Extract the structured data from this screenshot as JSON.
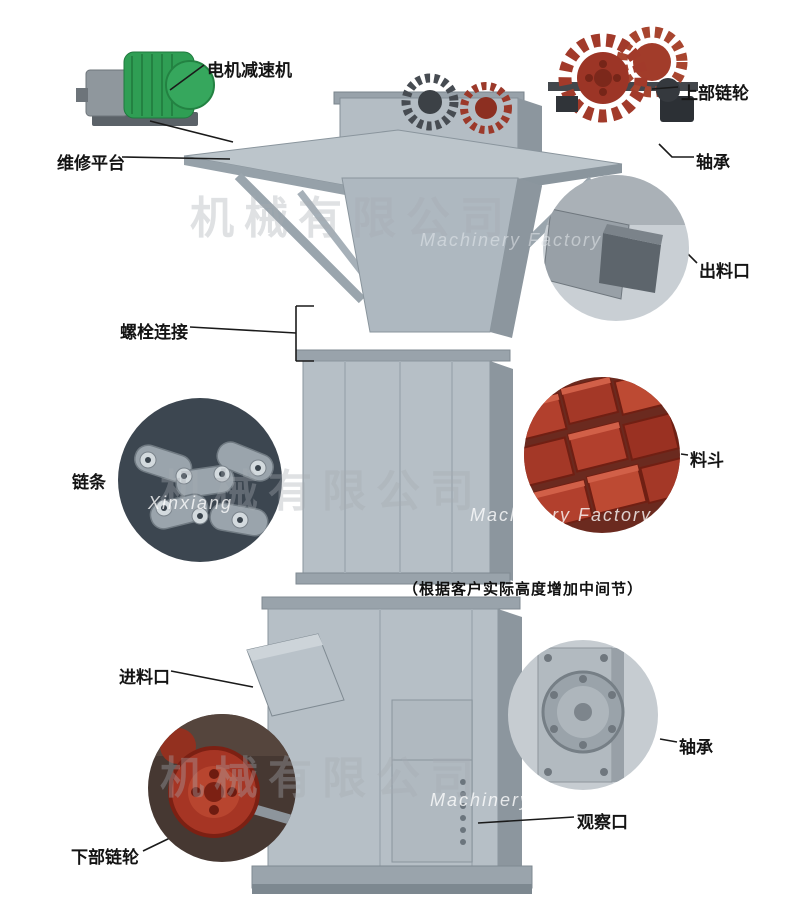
{
  "labels": {
    "motor_reducer": "电机减速机",
    "upper_sprocket": "上部链轮",
    "upper_bearing": "轴承",
    "maintenance_platform": "维修平台",
    "discharge_port": "出料口",
    "bolt_connection": "螺栓连接",
    "chain": "链条",
    "hopper": "料斗",
    "middle_section_note": "（根据客户实际高度增加中间节）",
    "feed_inlet": "进料口",
    "lower_bearing": "轴承",
    "lower_sprocket": "下部链轮",
    "observation_port": "观察口"
  },
  "watermark": {
    "zh": "机械有限公司",
    "en": "Machinery Factory",
    "brand_en": "Xinxiang"
  },
  "colors": {
    "machine_gray": "#b6bfc6",
    "machine_shadow": "#8c969e",
    "accent_red": "#a63524",
    "motor_green": "#2f9e54",
    "label_text": "#141414"
  }
}
